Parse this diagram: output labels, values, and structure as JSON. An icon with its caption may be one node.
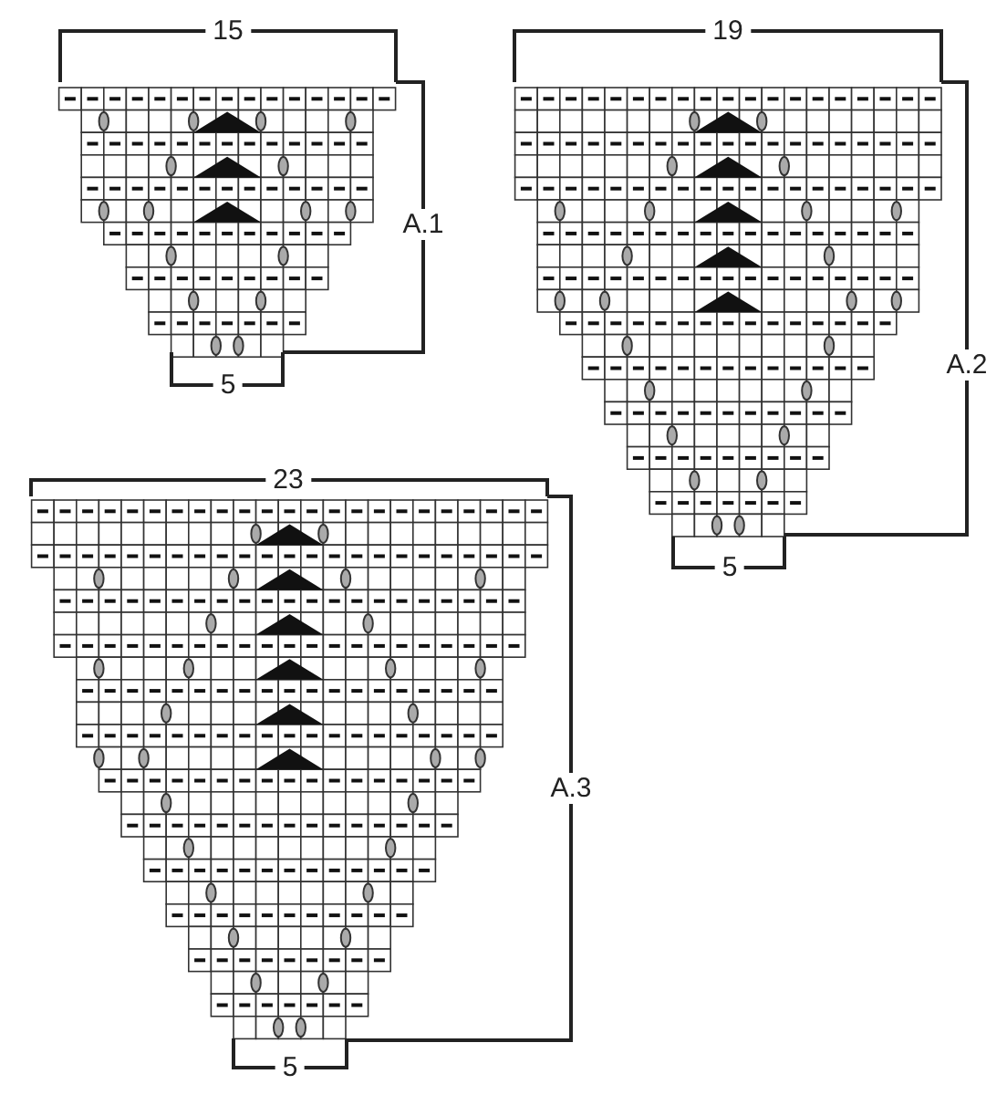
{
  "diagram": {
    "labels": [
      "15",
      "19",
      "A.1",
      "5",
      "A.2",
      "23",
      "5",
      "A.3",
      "5"
    ]
  }
}
